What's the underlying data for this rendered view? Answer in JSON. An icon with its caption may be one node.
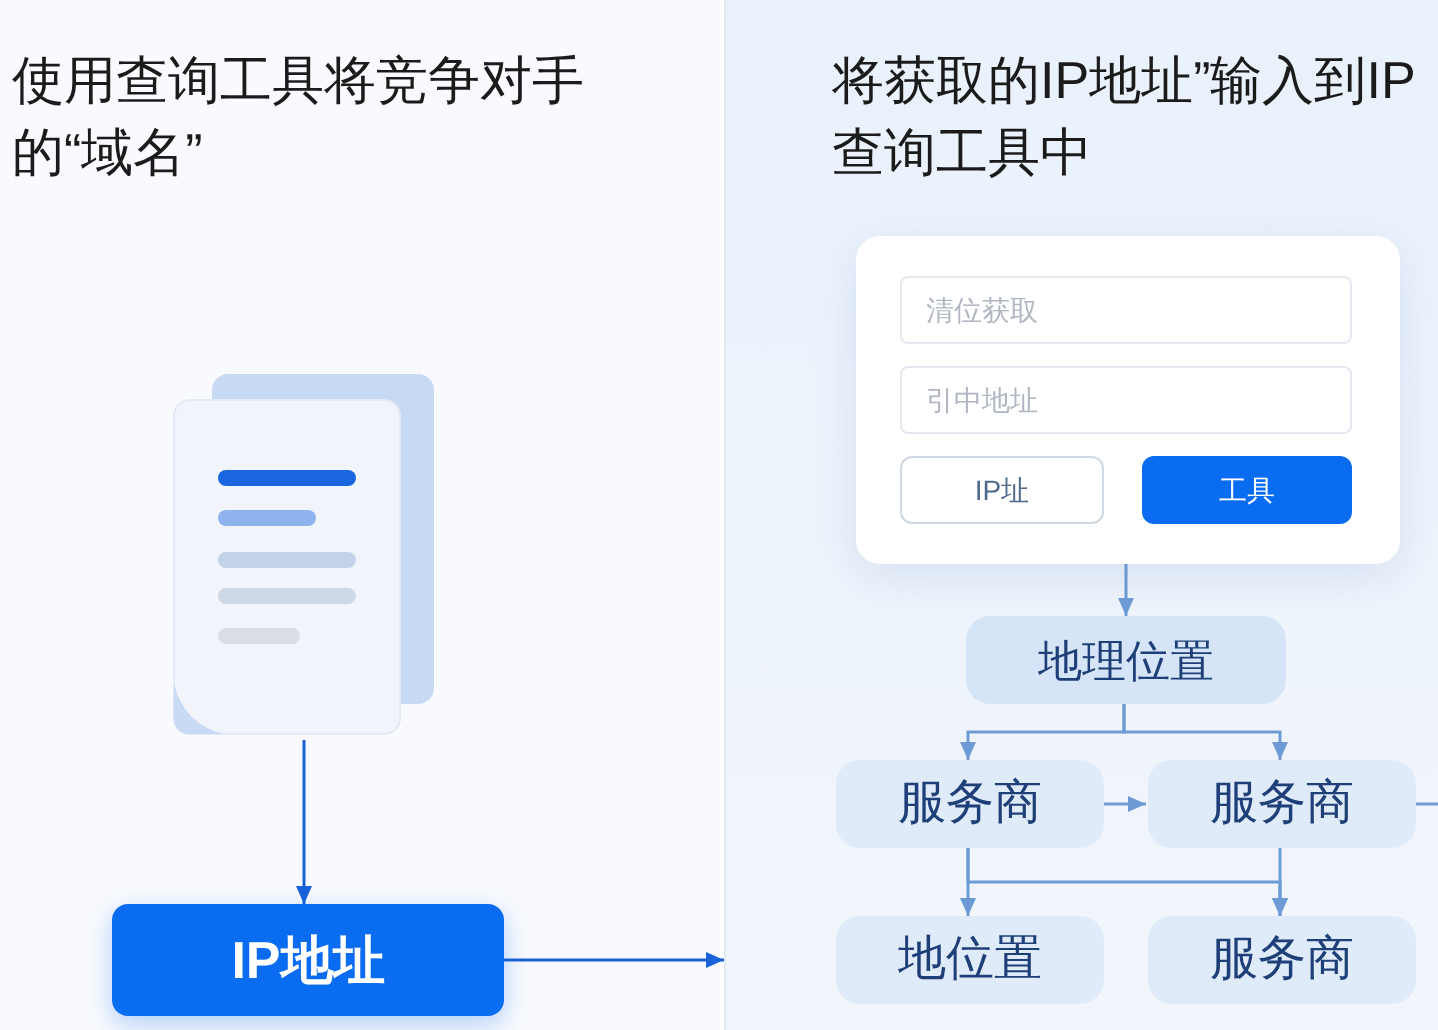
{
  "diagram": {
    "nodes": [
      {
        "text": [
          "使用查询工具将竞争对手的“域名”"
        ]
      },
      {
        "text": [],
        "shape": "picture",
        "in": 0
      },
      {
        "text": [
          "IP地址"
        ],
        "in": 0
      },
      {
        "text": [
          "将获取的IP地址”输入到IP查询工具中"
        ]
      },
      {
        "text": [],
        "shape": "box",
        "in": 3
      },
      {
        "text": [
          "清位获取"
        ],
        "in": 4
      },
      {
        "text": [
          "引中地址"
        ],
        "in": 4
      },
      {
        "text": [
          "IP址"
        ],
        "in": 4
      },
      {
        "text": [
          "工具"
        ],
        "in": 4
      },
      {
        "text": [
          "地理位置"
        ],
        "in": 3
      },
      {
        "text": [
          "服务商"
        ],
        "in": 3
      },
      {
        "text": [
          "服务商"
        ],
        "in": 3
      },
      {
        "text": [
          "地位置"
        ],
        "in": 3
      },
      {
        "text": [
          "服务商"
        ],
        "in": 3
      }
    ],
    "edges": [
      {
        "from": 1,
        "to": 2,
        "arrow": "to",
        "color": "#1a62d8"
      },
      {
        "from": 2,
        "to": 3,
        "arrow": "to",
        "color": "#1a62d8"
      },
      {
        "from": 4,
        "to": 9,
        "arrow": "to"
      },
      {
        "from": 9,
        "to": 10,
        "arrow": "to"
      },
      {
        "from": 9,
        "to": 11,
        "arrow": "to"
      },
      {
        "from": 10,
        "to": 11,
        "arrow": "to"
      },
      {
        "from": 10,
        "to": 12,
        "arrow": "to"
      },
      {
        "from": 10,
        "to": 13,
        "arrow": "to"
      },
      {
        "from": 11,
        "to": 13,
        "arrow": "to"
      },
      {
        "from": 11,
        "to": null,
        "arrow": "none"
      }
    ]
  }
}
